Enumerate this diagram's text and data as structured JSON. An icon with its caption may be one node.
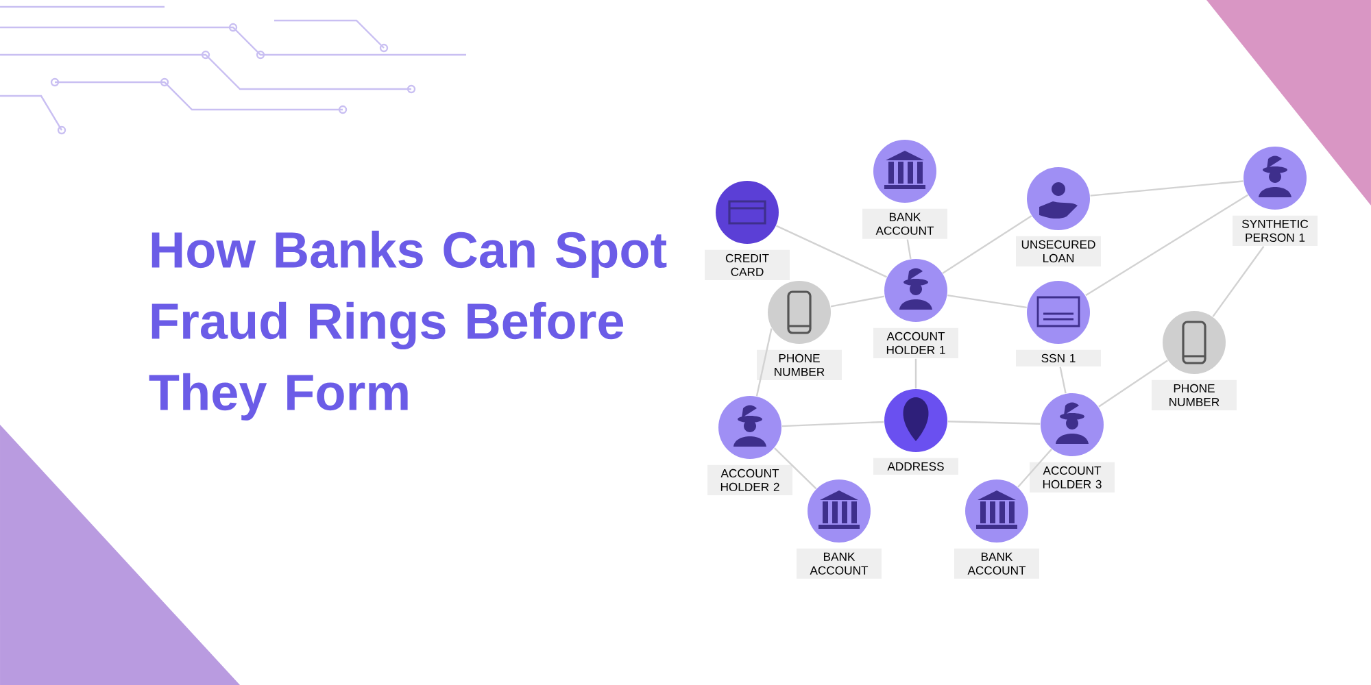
{
  "diagram": {
    "title": "How Banks Can Spot Fraud Rings Before They Form",
    "nodes": [
      {
        "text": [
          "CREDIT CARD"
        ]
      },
      {
        "text": [
          "BANK ACCOUNT"
        ]
      },
      {
        "text": [
          "UNSECURED LOAN"
        ]
      },
      {
        "text": [
          "SYNTHETIC PERSON 1"
        ]
      },
      {
        "text": [
          "PHONE NUMBER"
        ]
      },
      {
        "text": [
          "ACCOUNT HOLDER 1"
        ]
      },
      {
        "text": [
          "SSN 1"
        ]
      },
      {
        "text": [
          "PHONE NUMBER"
        ]
      },
      {
        "text": [
          "ACCOUNT HOLDER 2"
        ]
      },
      {
        "text": [
          "ADDRESS"
        ]
      },
      {
        "text": [
          "ACCOUNT HOLDER 3"
        ]
      },
      {
        "text": [
          "BANK ACCOUNT"
        ]
      },
      {
        "text": [
          "BANK ACCOUNT"
        ]
      }
    ],
    "edges": [
      {
        "from": 0,
        "to": 5,
        "arrow": "none"
      },
      {
        "from": 1,
        "to": 5,
        "arrow": "none"
      },
      {
        "from": 2,
        "to": 5,
        "arrow": "none"
      },
      {
        "from": 2,
        "to": 3,
        "arrow": "none"
      },
      {
        "from": 4,
        "to": 5,
        "arrow": "none"
      },
      {
        "from": 5,
        "to": 6,
        "arrow": "none"
      },
      {
        "from": 6,
        "to": 3,
        "arrow": "none"
      },
      {
        "from": 3,
        "to": 7,
        "arrow": "none"
      },
      {
        "from": 4,
        "to": 8,
        "arrow": "none"
      },
      {
        "from": 5,
        "to": 9,
        "arrow": "none"
      },
      {
        "from": 6,
        "to": 10,
        "arrow": "none"
      },
      {
        "from": 8,
        "to": 9,
        "arrow": "none"
      },
      {
        "from": 9,
        "to": 10,
        "arrow": "none"
      },
      {
        "from": 10,
        "to": 7,
        "arrow": "none"
      },
      {
        "from": 8,
        "to": 11,
        "arrow": "none"
      },
      {
        "from": 10,
        "to": 12,
        "arrow": "none"
      }
    ]
  }
}
